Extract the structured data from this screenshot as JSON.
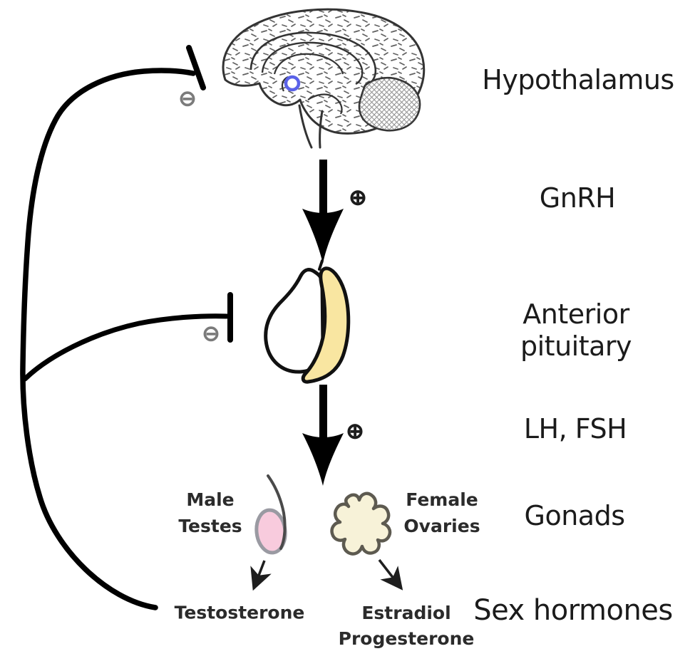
{
  "labels": {
    "hypothalamus": "Hypothalamus",
    "gnrh": "GnRH",
    "anterior_pituitary_line1": "Anterior",
    "anterior_pituitary_line2": "pituitary",
    "lh_fsh": "LH, FSH",
    "gonads": "Gonads",
    "sex_hormones": "Sex hormones",
    "male_line1": "Male",
    "male_line2": "Testes",
    "female_line1": "Female",
    "female_line2": "Ovaries",
    "testosterone": "Testosterone",
    "estradiol": "Estradiol",
    "progesterone": "Progesterone"
  },
  "signs": {
    "stimulation": "⊕",
    "inhibition": "⊖"
  },
  "icons": {
    "brain": "sagittal-brain-icon",
    "pituitary": "pituitary-gland-icon",
    "testis": "testis-icon",
    "ovary": "ovary-icon",
    "stimulation": "plus-circle",
    "inhibition": "minus-circle"
  },
  "colors": {
    "line": "#000000",
    "anterior_pituitary_fill": "#F9E6A1",
    "testis_fill": "#F8CBDD",
    "ovary_fill": "#F7F2D8",
    "hypothalamus_marker": "#5A62E8",
    "inhibition_gray": "#7b7b7b"
  }
}
